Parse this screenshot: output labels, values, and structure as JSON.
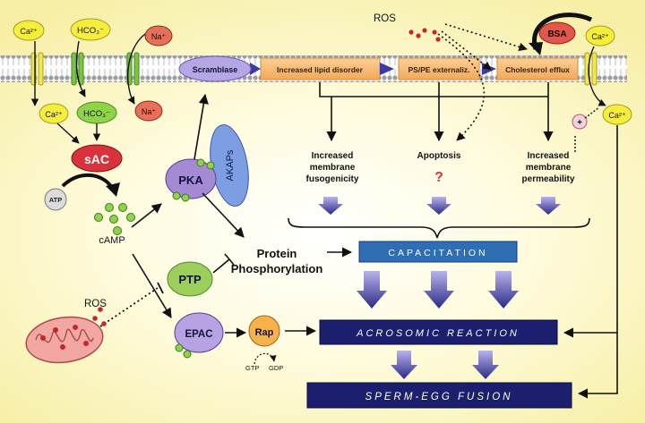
{
  "membrane": {
    "scramblase": "Scramblase",
    "lipid_disorder": "Increased lipid disorder",
    "ps_pe": "PS/PE externaliz.",
    "cholesterol_efflux": "Cholesterol efflux",
    "bsa": "BSA",
    "ros_top": "ROS"
  },
  "ions": {
    "ca_out_left": "Ca²⁺",
    "hco3_out": "HCO₃⁻",
    "na_out": "Na⁺",
    "ca_in_left": "Ca²⁺",
    "hco3_in": "HCO₃⁻",
    "na_in": "Na⁺",
    "ca_out_right": "Ca²⁺",
    "ca_in_right": "Ca²⁺",
    "plus": "+"
  },
  "signaling": {
    "sac": "sAC",
    "atp": "ATP",
    "camp": "cAMP",
    "pka": "PKA",
    "akaps": "AKAPs",
    "ptp": "PTP",
    "epac": "EPAC",
    "rap": "Rap",
    "gtp": "GTP",
    "gdp": "GDP",
    "ros_left": "ROS",
    "protein_phos_1": "Protein",
    "protein_phos_2": "Phosphorylation"
  },
  "outcomes": {
    "fusogenicity": [
      "Increased",
      "membrane",
      "fusogenicity"
    ],
    "apoptosis": "Apoptosis",
    "apoptosis_q": "?",
    "permeability": [
      "Increased",
      "membrane",
      "permeability"
    ]
  },
  "boxes": {
    "capacitation": "CAPACITATION",
    "acrosomic": "ACROSOMIC REACTION",
    "fusion": "SPERM-EGG FUSION"
  },
  "colors": {
    "navy": "#1c1f6e",
    "capacitation_blue": "#2f6db5",
    "sac_red": "#d8323a",
    "membrane_orange": "#f7b56a",
    "ion_yellow": "#f6ee3c",
    "hco3_green": "#8fd34b",
    "na_red": "#e8705a",
    "pka_purple": "#a48ad3",
    "akaps_blue": "#7e9ee3",
    "ptp_green": "#9ccf5c",
    "epac_purple": "#b7a3e3",
    "rap_orange": "#f7b24e",
    "ros_red": "#c8242b",
    "bsa_red": "#e5564a"
  }
}
